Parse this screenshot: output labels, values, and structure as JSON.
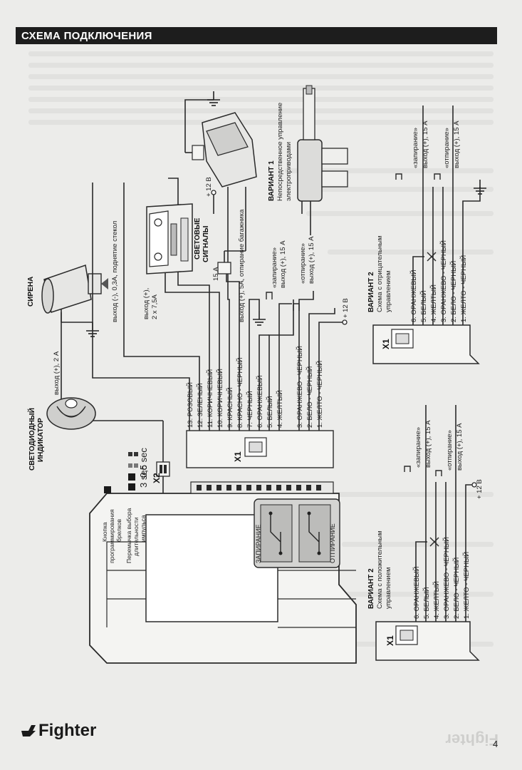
{
  "header": {
    "title": "СХЕМА ПОДКЛЮЧЕНИЯ"
  },
  "brand": {
    "name": "Fighter",
    "mirrored_name": "Fighter"
  },
  "page_number": "4",
  "siren": {
    "title": "СИРЕНА",
    "output": "выход (+), 2 А"
  },
  "led": {
    "title_1": "СВЕТОДИОДНЫЙ",
    "title_2": "ИНДИКАТОР"
  },
  "connector_x2": "X2",
  "pulse": {
    "opt1": "0,5 sec",
    "opt2": "3 sec"
  },
  "unit": {
    "btn_label_1": "Кнопка",
    "btn_label_2": "программирования",
    "btn_label_3": "брелков",
    "jumper_1": "Перемычка выбора",
    "jumper_2": "длительности",
    "jumper_3": "импульса",
    "relay_lock": "ЗАПИРАНИЕ",
    "relay_unlock": "ОТПИРАНИЕ"
  },
  "x1": {
    "label": "X1",
    "pins": [
      "13. РОЗОВЫЙ",
      "12. ЗЕЛЕНЫЙ",
      "11. КОРИЧНЕВЫЙ",
      "10. КОРИЧНЕВЫЙ",
      "9. КРАСНЫЙ",
      "8. КРАСНО - ЧЕРНЫЙ",
      "7. ЧЕРНЫЙ",
      "6. ОРАНЖЕВЫЙ",
      "5. БЕЛЫЙ",
      "4. ЖЕЛТЫЙ",
      "3. ОРАНЖЕВО - ЧЕРНЫЙ",
      "2. БЕЛО - ЧЕРНЫЙ",
      "1. ЖЕЛТО - ЧЕРНЫЙ"
    ]
  },
  "wire_labels": {
    "windows": "выход (-), 0,3А, поднятие стекол",
    "lights_1": "выход (+),",
    "lights_2": "2 х 7,5А",
    "lights_title_1": "СВЕТОВЫЕ",
    "lights_title_2": "СИГНАЛЫ",
    "fuse": "15 А",
    "trunk": "выход (+), 5А, отпирание багажника",
    "plus12_top": "+ 12 В",
    "plus12_x1": "+ 12 В",
    "lock": "«запирание»",
    "lock_out": "выход (+), 15 А",
    "unlock": "«отпирание»",
    "unlock_out": "выход (+), 15 А"
  },
  "variant1": {
    "title": "ВАРИАНТ 1",
    "desc_1": "Непосредственное управление",
    "desc_2": "электроприводами"
  },
  "variant2_neg": {
    "title": "ВАРИАНТ 2",
    "desc_1": "Схема с отрицательным",
    "desc_2": "управлением",
    "connector": "X1",
    "pins": [
      "6. ОРАНЖЕВЫЙ",
      "5. БЕЛЫЙ",
      "4. ЖЕЛТЫЙ",
      "3. ОРАНЖЕВО - ЧЕРНЫЙ",
      "2. БЕЛО - ЧЕРНЫЙ",
      "1. ЖЕЛТО - ЧЕРНЫЙ"
    ],
    "lock": "«запирание»",
    "lock_out": "выход (+), 15 А",
    "unlock": "«отпирание»",
    "unlock_out": "выход (+), 15 А"
  },
  "variant2_pos": {
    "title": "ВАРИАНТ 2",
    "desc_1": "Схема с положительным",
    "desc_2": "управлением",
    "connector": "X1",
    "pins": [
      "6. ОРАНЖЕВЫЙ",
      "5. БЕЛЫЙ",
      "4. ЖЕЛТЫЙ",
      "3. ОРАНЖЕВО - ЧЕРНЫЙ",
      "2. БЕЛО - ЧЕРНЫЙ",
      "1. ЖЕЛТО - ЧЕРНЫЙ"
    ],
    "lock": "«запирание»",
    "lock_out": "выход (+), 15 А",
    "unlock": "«отпирание»",
    "unlock_out": "выход (+), 15 А",
    "plus12": "+ 12 В"
  }
}
